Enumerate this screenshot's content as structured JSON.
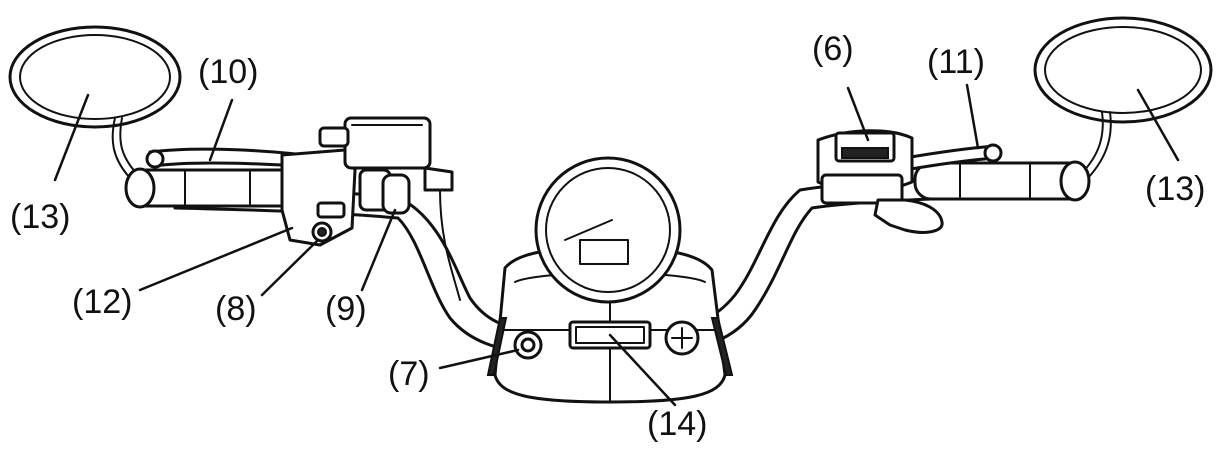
{
  "callouts": {
    "mirror_left": "(13)",
    "clutch_lever": "(10)",
    "switch_lower": "(12)",
    "switch_button": "(8)",
    "switch_side": "(9)",
    "ignition": "(7)",
    "display": "(14)",
    "reservoir": "(6)",
    "brake_lever": "(11)",
    "mirror_right": "(13)"
  }
}
